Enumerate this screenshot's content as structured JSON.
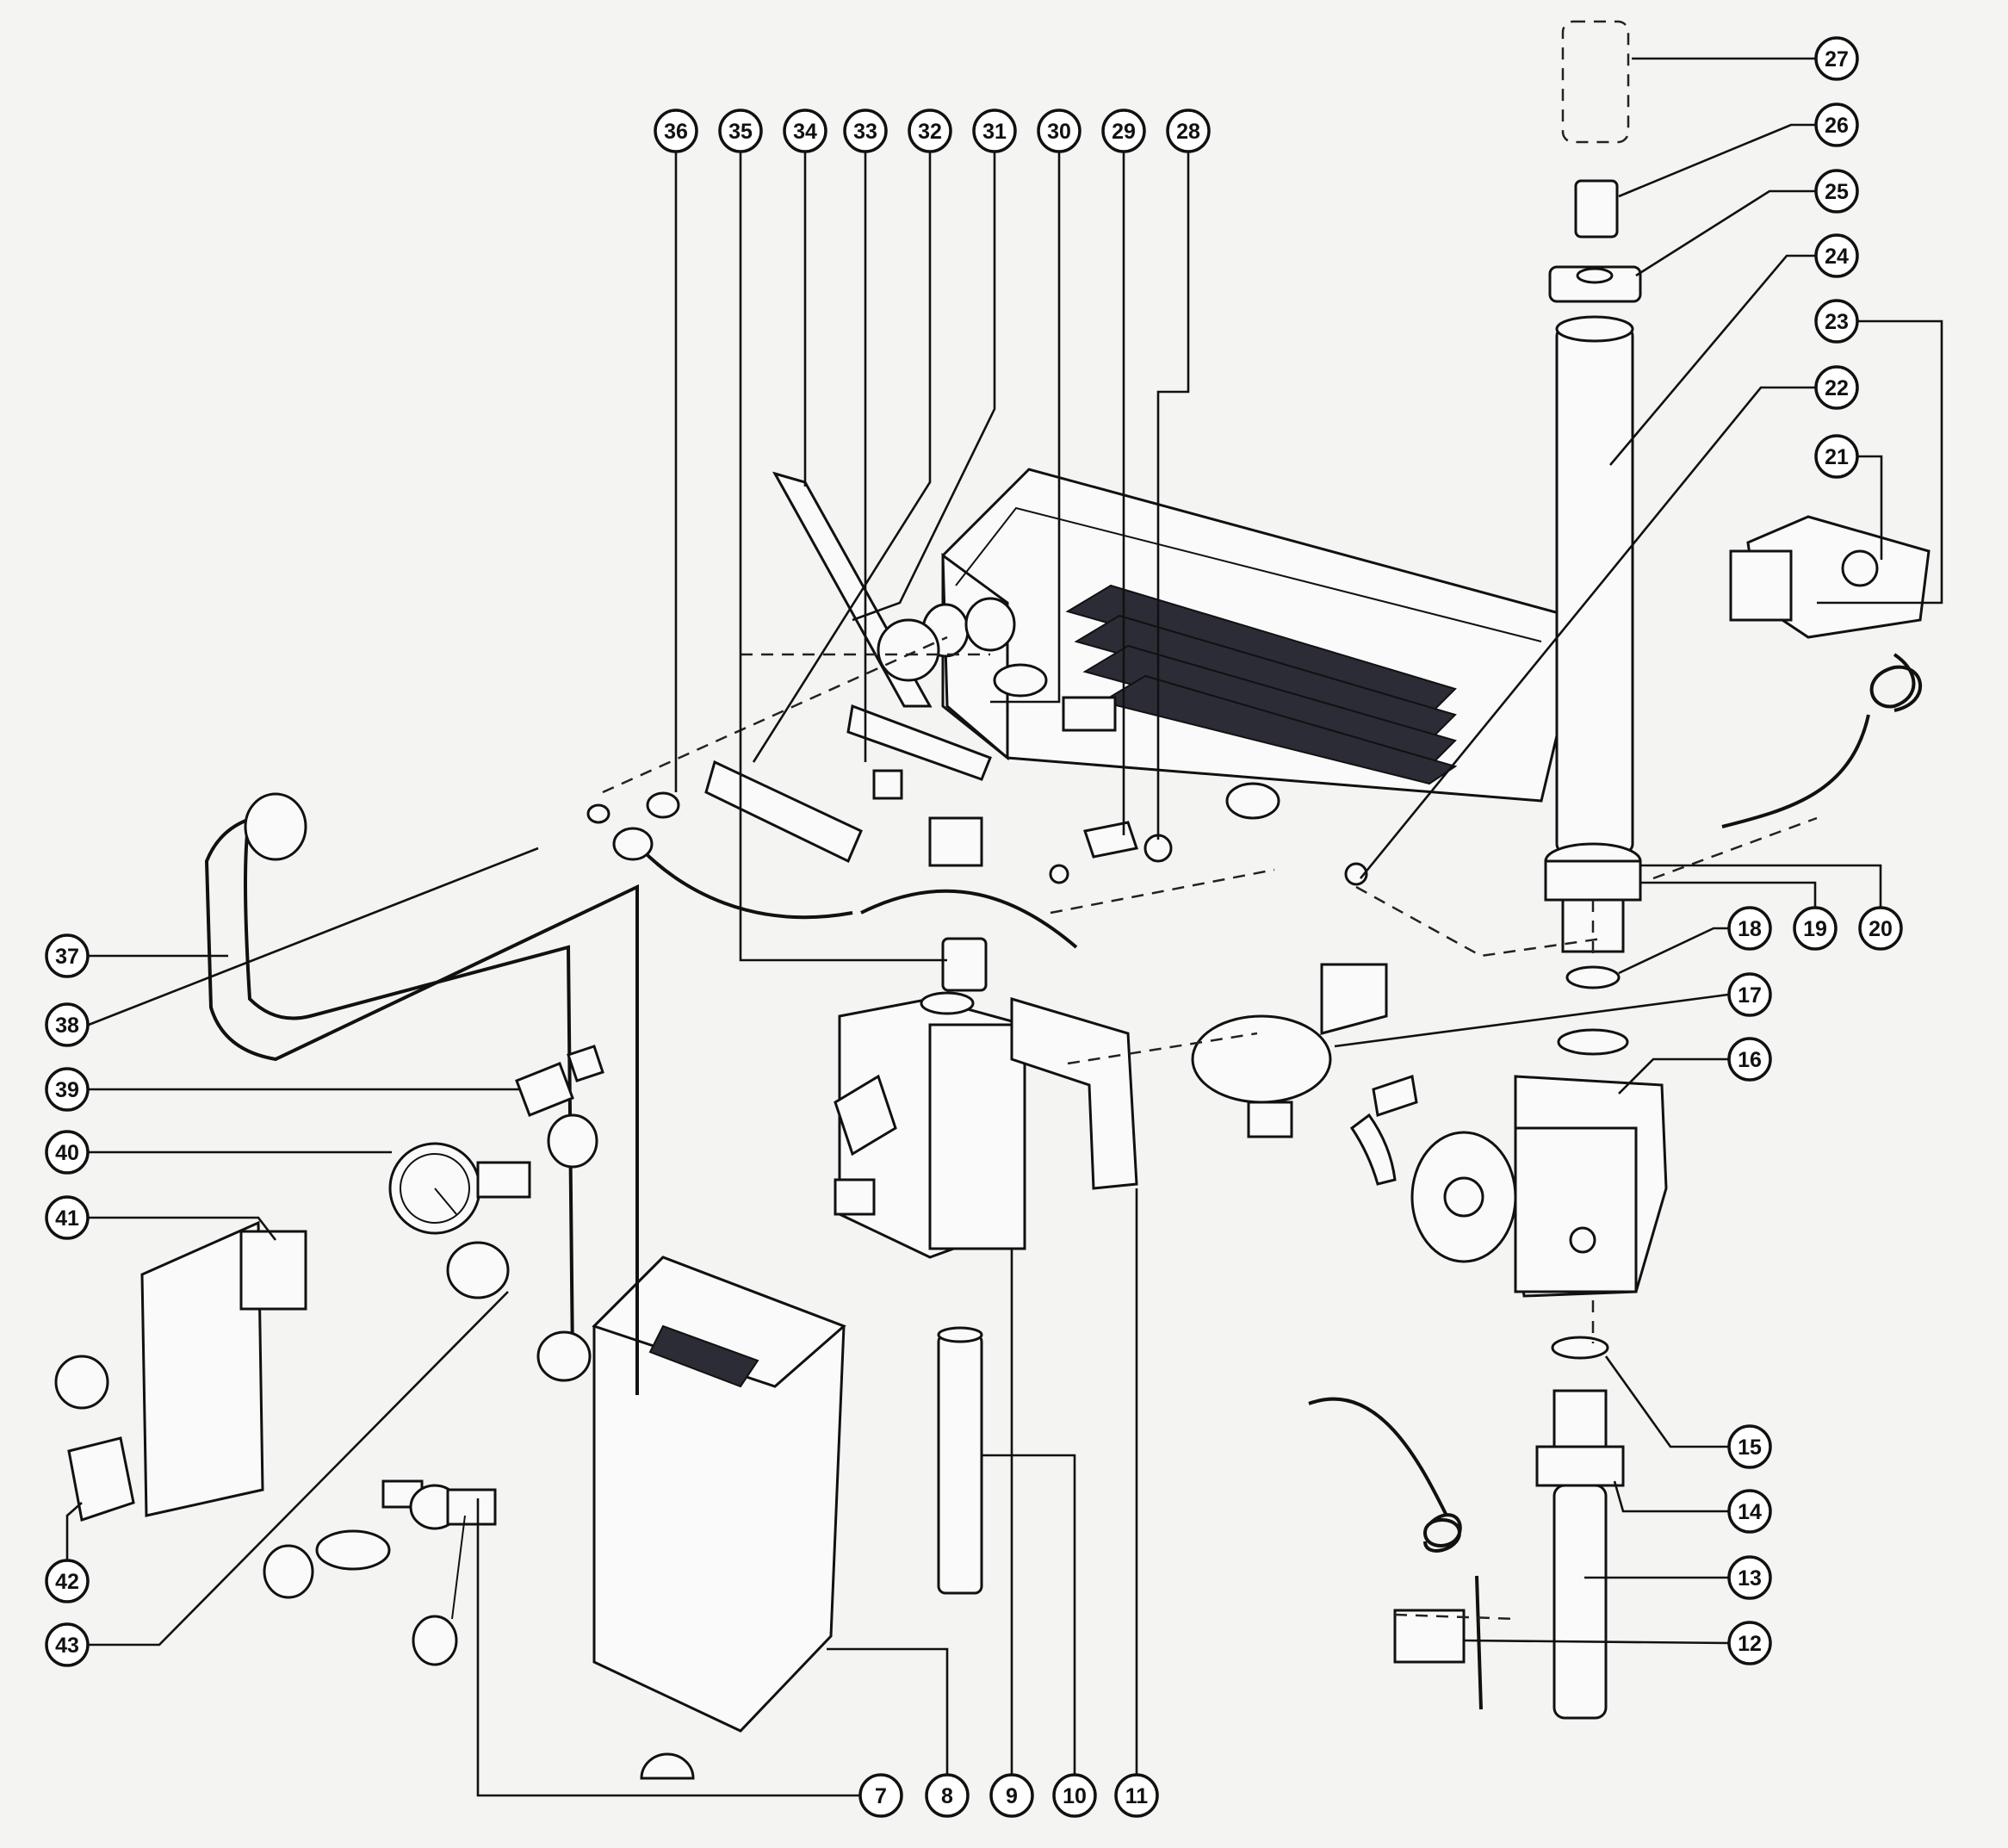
{
  "diagram": {
    "callouts": [
      {
        "id": "c7",
        "label": "7"
      },
      {
        "id": "c8",
        "label": "8"
      },
      {
        "id": "c9",
        "label": "9"
      },
      {
        "id": "c10",
        "label": "10"
      },
      {
        "id": "c11",
        "label": "11"
      },
      {
        "id": "c12",
        "label": "12"
      },
      {
        "id": "c13",
        "label": "13"
      },
      {
        "id": "c14",
        "label": "14"
      },
      {
        "id": "c15",
        "label": "15"
      },
      {
        "id": "c16",
        "label": "16"
      },
      {
        "id": "c17",
        "label": "17"
      },
      {
        "id": "c18",
        "label": "18"
      },
      {
        "id": "c19",
        "label": "19"
      },
      {
        "id": "c20",
        "label": "20"
      },
      {
        "id": "c21",
        "label": "21"
      },
      {
        "id": "c22",
        "label": "22"
      },
      {
        "id": "c23",
        "label": "23"
      },
      {
        "id": "c24",
        "label": "24"
      },
      {
        "id": "c25",
        "label": "25"
      },
      {
        "id": "c26",
        "label": "26"
      },
      {
        "id": "c27",
        "label": "27"
      },
      {
        "id": "c28",
        "label": "28"
      },
      {
        "id": "c29",
        "label": "29"
      },
      {
        "id": "c30",
        "label": "30"
      },
      {
        "id": "c31",
        "label": "31"
      },
      {
        "id": "c32",
        "label": "32"
      },
      {
        "id": "c33",
        "label": "33"
      },
      {
        "id": "c34",
        "label": "34"
      },
      {
        "id": "c35",
        "label": "35"
      },
      {
        "id": "c36",
        "label": "36"
      },
      {
        "id": "c37",
        "label": "37"
      },
      {
        "id": "c38",
        "label": "38"
      },
      {
        "id": "c39",
        "label": "39"
      },
      {
        "id": "c40",
        "label": "40"
      },
      {
        "id": "c41",
        "label": "41"
      },
      {
        "id": "c42",
        "label": "42"
      },
      {
        "id": "c43",
        "label": "43"
      }
    ]
  }
}
